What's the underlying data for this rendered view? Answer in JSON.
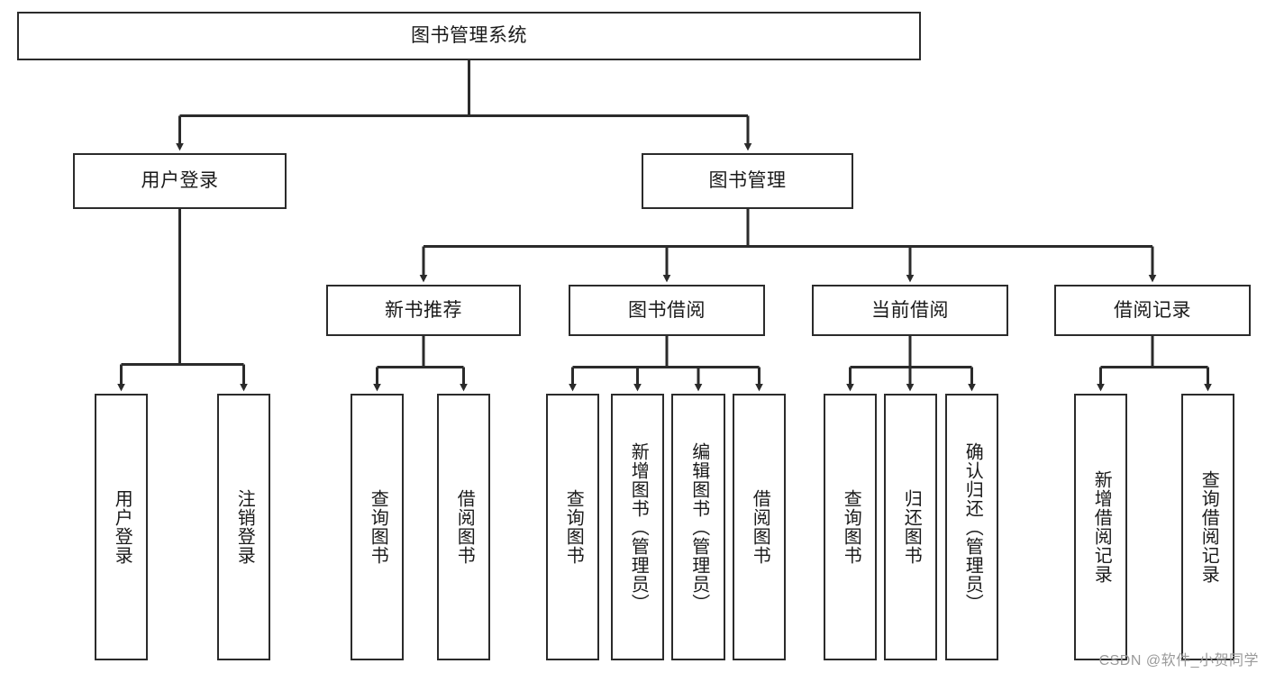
{
  "diagram": {
    "title": "图书管理系统",
    "watermark": "CSDN @软件_小贺同学",
    "colors": {
      "box_border": "#2b2b2b",
      "box_fill": "#ffffff",
      "edge": "#2b2b2b",
      "text": "#1a1a1a",
      "background": "#ffffff",
      "watermark": "#9a9a9a"
    },
    "root": {
      "label": "图书管理系统"
    },
    "level2": [
      {
        "label": "用户登录"
      },
      {
        "label": "图书管理"
      }
    ],
    "level3": [
      {
        "label": "新书推荐"
      },
      {
        "label": "图书借阅"
      },
      {
        "label": "当前借阅"
      },
      {
        "label": "借阅记录"
      }
    ],
    "leaves": {
      "user_login": [
        {
          "label": "用户登录"
        },
        {
          "label": "注销登录"
        }
      ],
      "new_book_recommend": [
        {
          "label": "查询图书"
        },
        {
          "label": "借阅图书"
        }
      ],
      "book_borrow": [
        {
          "label": "查询图书"
        },
        {
          "label": "新增图书（管理员）"
        },
        {
          "label": "编辑图书（管理员）"
        },
        {
          "label": "借阅图书"
        }
      ],
      "current_borrow": [
        {
          "label": "查询图书"
        },
        {
          "label": "归还图书"
        },
        {
          "label": "确认归还（管理员）"
        }
      ],
      "borrow_record": [
        {
          "label": "新增借阅记录"
        },
        {
          "label": "查询借阅记录"
        }
      ]
    }
  }
}
